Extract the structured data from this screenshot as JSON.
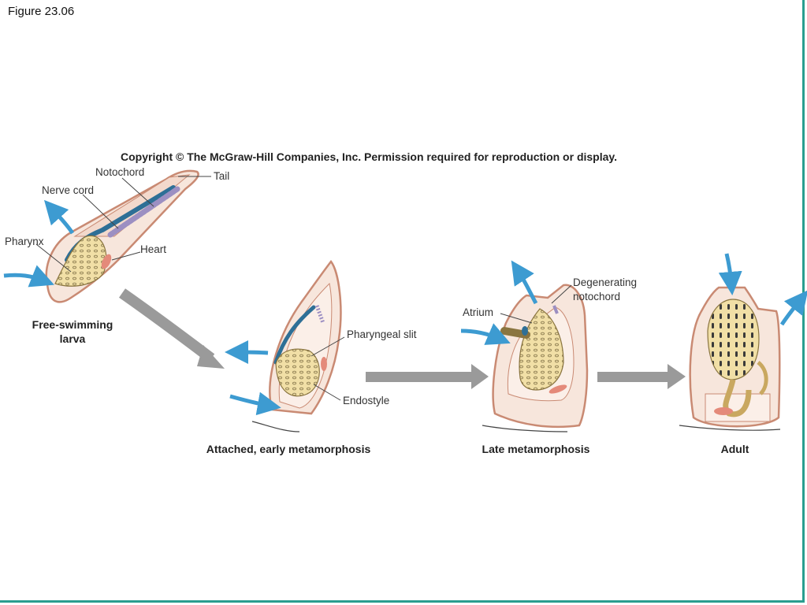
{
  "figure_title": "Figure 23.06",
  "copyright": "Copyright © The McGraw-Hill Companies, Inc. Permission required for reproduction or display.",
  "labels": {
    "notochord": "Notochord",
    "tail": "Tail",
    "nerve_cord": "Nerve cord",
    "pharynx": "Pharynx",
    "heart": "Heart",
    "pharyngeal_slit": "Pharyngeal slit",
    "endostyle": "Endostyle",
    "degenerating_notochord_line1": "Degenerating",
    "degenerating_notochord_line2": "notochord",
    "atrium": "Atrium"
  },
  "stages": {
    "larva_line1": "Free-swimming",
    "larva_line2": "larva",
    "early": "Attached, early metamorphosis",
    "late": "Late metamorphosis",
    "adult": "Adult"
  },
  "colors": {
    "body_outline": "#c98a73",
    "body_fill": "#f7e6dc",
    "pharynx_fill": "#f1dfa6",
    "nerve_cord": "#2e6f96",
    "notochord": "#9c8fc2",
    "heart": "#e48a7a",
    "water_arrow": "#3d9bd1",
    "stage_arrow": "#9a9a9a",
    "frame": "#2a9d8f"
  }
}
